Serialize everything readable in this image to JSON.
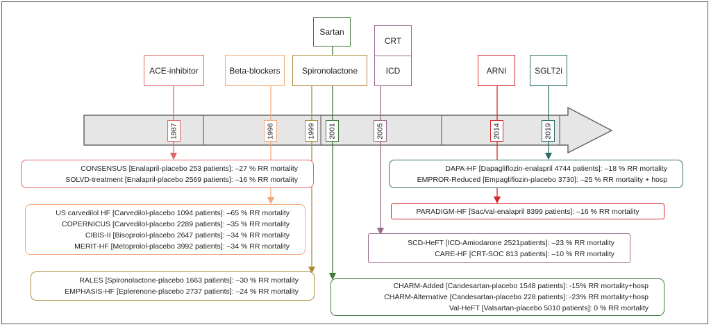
{
  "colors": {
    "ace": "#e06666",
    "beta": "#f0a878",
    "spiro": "#b08a3c",
    "sartan": "#3e7a3a",
    "crt": "#9a6a8c",
    "arni": "#d62728",
    "sglt2i": "#2e6e6a",
    "bar": "#e6e6e6",
    "barBorder": "#666666"
  },
  "drugs": {
    "ace": "ACE-inhibitor",
    "beta": "Beta-blockers",
    "spiro": "Spironolactone",
    "sartan": "Sartan",
    "crt": "CRT",
    "icd": "ICD",
    "arni": "ARNI",
    "sglt2i": "SGLT2i"
  },
  "years": {
    "y1987": "1987",
    "y1996": "1996",
    "y1999": "1999",
    "y2001": "2001",
    "y2005": "2005",
    "y2014": "2014",
    "y2019": "2019"
  },
  "trials": {
    "ace": [
      "CONSENSUS [Enalapril-placebo 253 patients]: –27 % RR mortality",
      "SOLVD-treatment  [Enalapril-placebo 2569 patients]: –16 % RR mortality"
    ],
    "beta": [
      "US carvedilol HF [Carvedilol-placebo 1094 patients]: –65 % RR mortality",
      "COPERNICUS [Carvedilol-placebo 2289 patients]: –35 % RR mortality",
      "CIBIS-II [Bisoprolol-placebo 2647 patients]: –34 % RR mortality",
      "MERIT-HF [Metoprolol-placebo 3992 patients]: –34 % RR mortality"
    ],
    "spiro": [
      "RALES [Spironolactone-placebo 1663  patients]: –30 % RR mortality",
      "EMPHASIS-HF [Eplerenone-placebo 2737  patients]: –24 % RR mortality"
    ],
    "sglt2i": [
      "DAPA-HF [Dapagliflozin-enalapril 4744 patients]: –18 % RR mortality",
      "EMPROR-Reduced [Empagliflozin-placebo 3730]: –25 % RR mortality + hosp"
    ],
    "arni": [
      "PARADIGM-HF [Sac/val-enalapril 8399 patients]: –16 % RR mortality"
    ],
    "crt": [
      "SCD-HeFT [ICD-Amiodarone 2521patients]: –23 % RR mortality",
      "CARE-HF [CRT-SOC 813 patients]: –10 % RR mortality"
    ],
    "sartan": [
      "CHARM-Added [Candesartan-placebo 1548 patients]: -15% RR mortality+hosp",
      "CHARM-Alternative [Candesartan-placebo 228 patients]: -23% RR mortality+hosp",
      "Val-HeFT [Valsartan-placebo 5010 patients]: 0 % RR mortality"
    ]
  }
}
